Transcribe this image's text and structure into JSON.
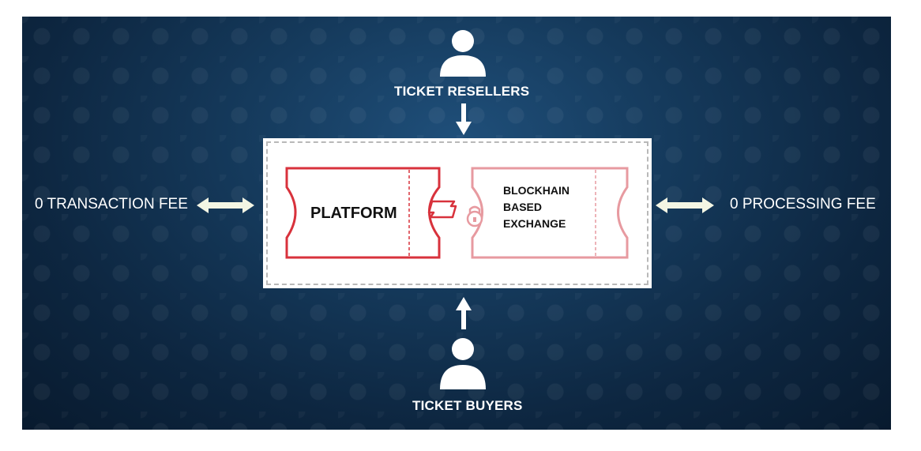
{
  "diagram": {
    "top_actor": "TICKET RESELLERS",
    "bottom_actor": "TICKET BUYERS",
    "left_fee": "0 TRANSACTION FEE",
    "right_fee": "0 PROCESSING FEE",
    "left_ticket_label": "PLATFORM",
    "right_ticket_label": [
      "BLOCKHAIN",
      "BASED",
      "EXCHANGE"
    ]
  },
  "colors": {
    "background_dark": "#0d2640",
    "ticket_red": "#d8323c",
    "ticket_pink": "#e79aa0",
    "arrow_fill": "#f3f6e4"
  },
  "icons": {
    "actor": "person-icon",
    "center": "ticket-lock-icon"
  }
}
